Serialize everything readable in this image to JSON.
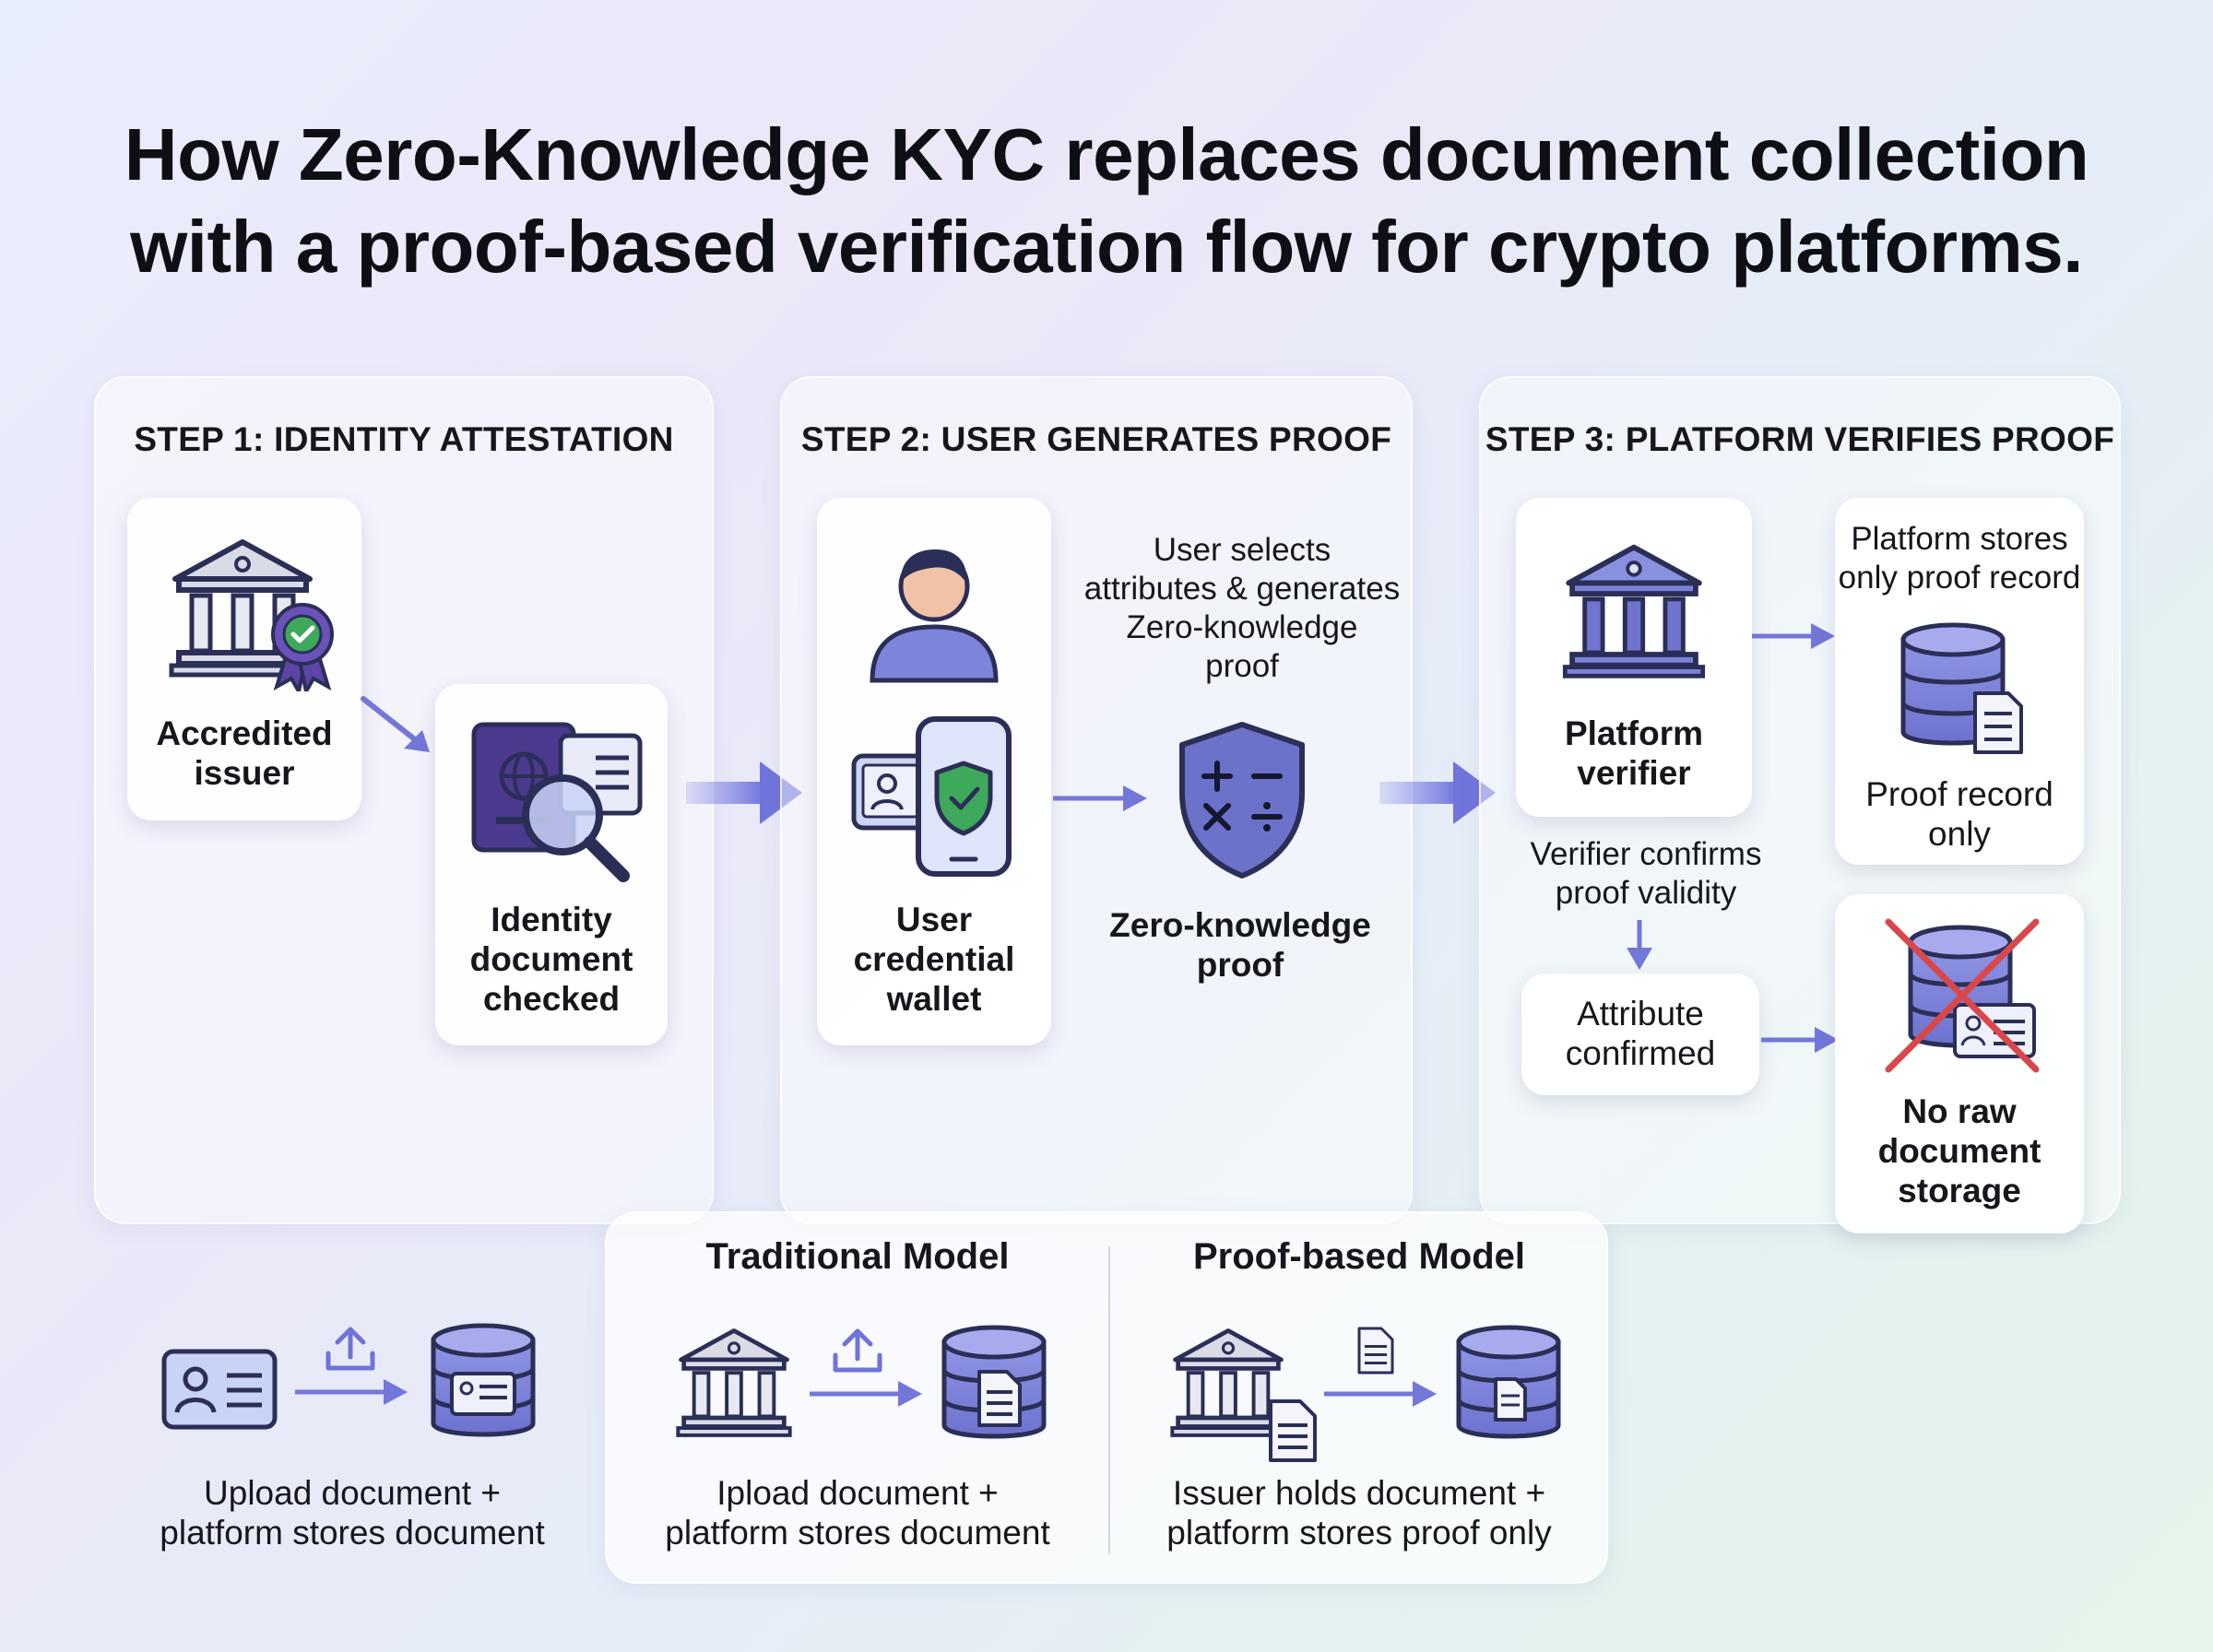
{
  "title": {
    "line1": "How Zero-Knowledge KYC replaces document collection",
    "line2": "with a proof-based verification flow for crypto platforms."
  },
  "step1": {
    "heading": "STEP 1: IDENTITY ATTESTATION",
    "issuer": [
      "Accredited",
      "issuer"
    ],
    "document": [
      "Identity",
      "document",
      "checked"
    ]
  },
  "step2": {
    "heading": "STEP 2: USER GENERATES PROOF",
    "wallet": [
      "User",
      "credential",
      "wallet"
    ],
    "note": [
      "User selects",
      "attributes & generates",
      "Zero-knowledge",
      "proof"
    ],
    "proof": [
      "Zero-knowledge",
      "proof"
    ]
  },
  "step3": {
    "heading": "STEP 3: PLATFORM VERIFIES PROOF",
    "verifier": [
      "Platform",
      "verifier"
    ],
    "stores_note": [
      "Platform stores",
      "only proof record"
    ],
    "record": [
      "Proof record",
      "only"
    ],
    "confirms": [
      "Verifier confirms",
      "proof validity"
    ],
    "attribute": [
      "Attribute",
      "confirmed"
    ],
    "no_raw": [
      "No raw",
      "document",
      "storage"
    ]
  },
  "bottom": {
    "left_caption": [
      "Upload document +",
      "platform stores document"
    ],
    "traditional_title": "Traditional Model",
    "traditional_caption": [
      "Ipload document +",
      "platform stores document"
    ],
    "proof_title": "Proof-based Model",
    "proof_caption": [
      "Issuer holds document +",
      "platform stores proof only"
    ]
  },
  "colors": {
    "accent": "#6f74d8",
    "icon_fill": "#7e84d9",
    "icon_dark": "#2b2f57",
    "shield": "#6c71c9",
    "green": "#3ea95b",
    "purple_badge": "#5b45a6",
    "cross": "#d8484a"
  },
  "icons": [
    "bank-icon",
    "badge-icon",
    "passport-icon",
    "magnifier-icon",
    "user-icon",
    "phone-shield-icon",
    "id-card-icon",
    "math-shield-icon",
    "database-icon",
    "upload-icon",
    "document-icon",
    "cross-icon"
  ]
}
